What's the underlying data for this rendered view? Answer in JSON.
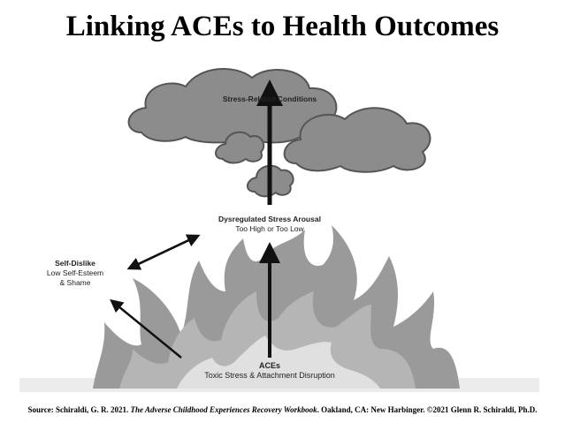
{
  "title": "Linking ACEs to Health Outcomes",
  "nodes": {
    "stress_conditions": "Stress-Related Conditions",
    "dysregulated_title": "Dysregulated Stress Arousal",
    "dysregulated_sub": "Too High or Too Low",
    "self_dislike_title": "Self-Dislike",
    "self_dislike_sub1": "Low Self-Esteem",
    "self_dislike_sub2": "& Shame",
    "aces_title": "ACEs",
    "aces_sub": "Toxic Stress & Attachment Disruption"
  },
  "source": {
    "prefix": "Source: Schiraldi, G. R. 2021. ",
    "book": "The Adverse Childhood Experiences Recovery Workbook",
    "suffix": ". Oakland, CA: New Harbinger. ©2021 Glenn R. Schiraldi, Ph.D."
  }
}
